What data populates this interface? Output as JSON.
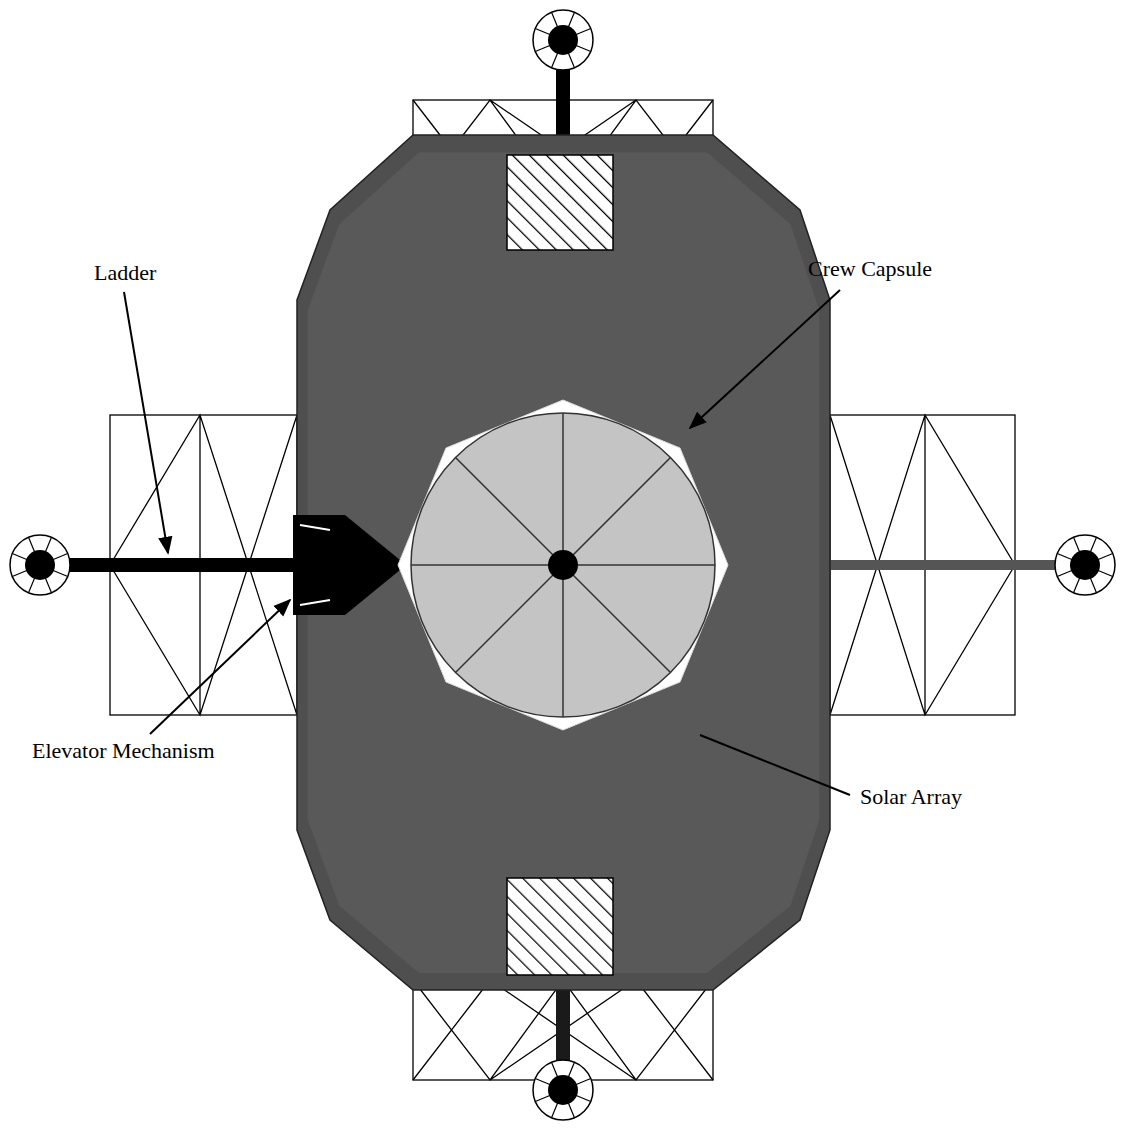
{
  "diagram": {
    "labels": [
      "Ladder",
      "Crew Capsule",
      "Elevator Mechanism",
      "Solar Array"
    ]
  }
}
